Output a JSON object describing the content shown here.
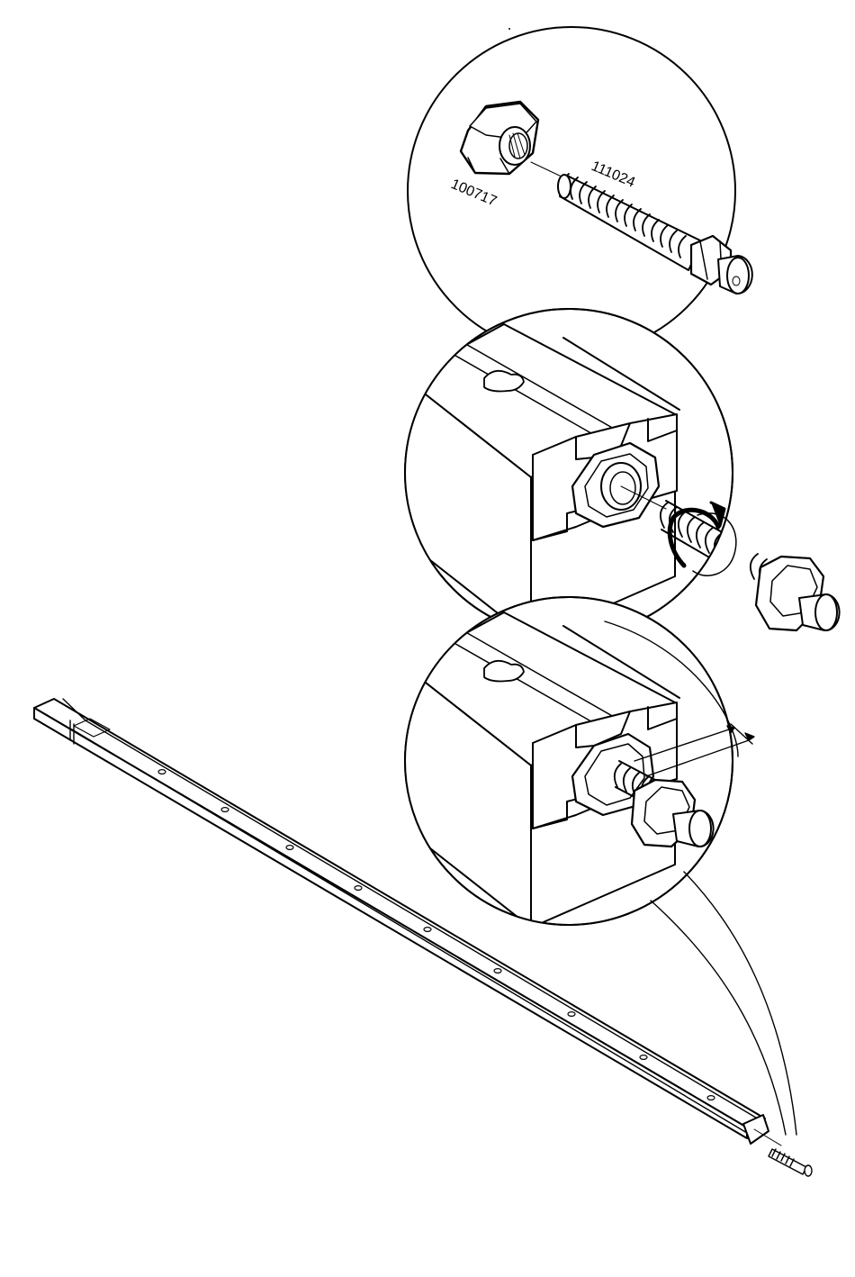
{
  "diagram": {
    "background": "#ffffff",
    "line_color": "#000000",
    "panels": [
      {
        "id": "parts-detail",
        "part_numbers": [
          "111024",
          "100717"
        ]
      },
      {
        "id": "insert-and-turn"
      },
      {
        "id": "adjusted-distance"
      }
    ],
    "icons": [
      "hex-nut",
      "threaded-bolt",
      "rotation-arrow",
      "dimension-arrow",
      "rail"
    ]
  }
}
